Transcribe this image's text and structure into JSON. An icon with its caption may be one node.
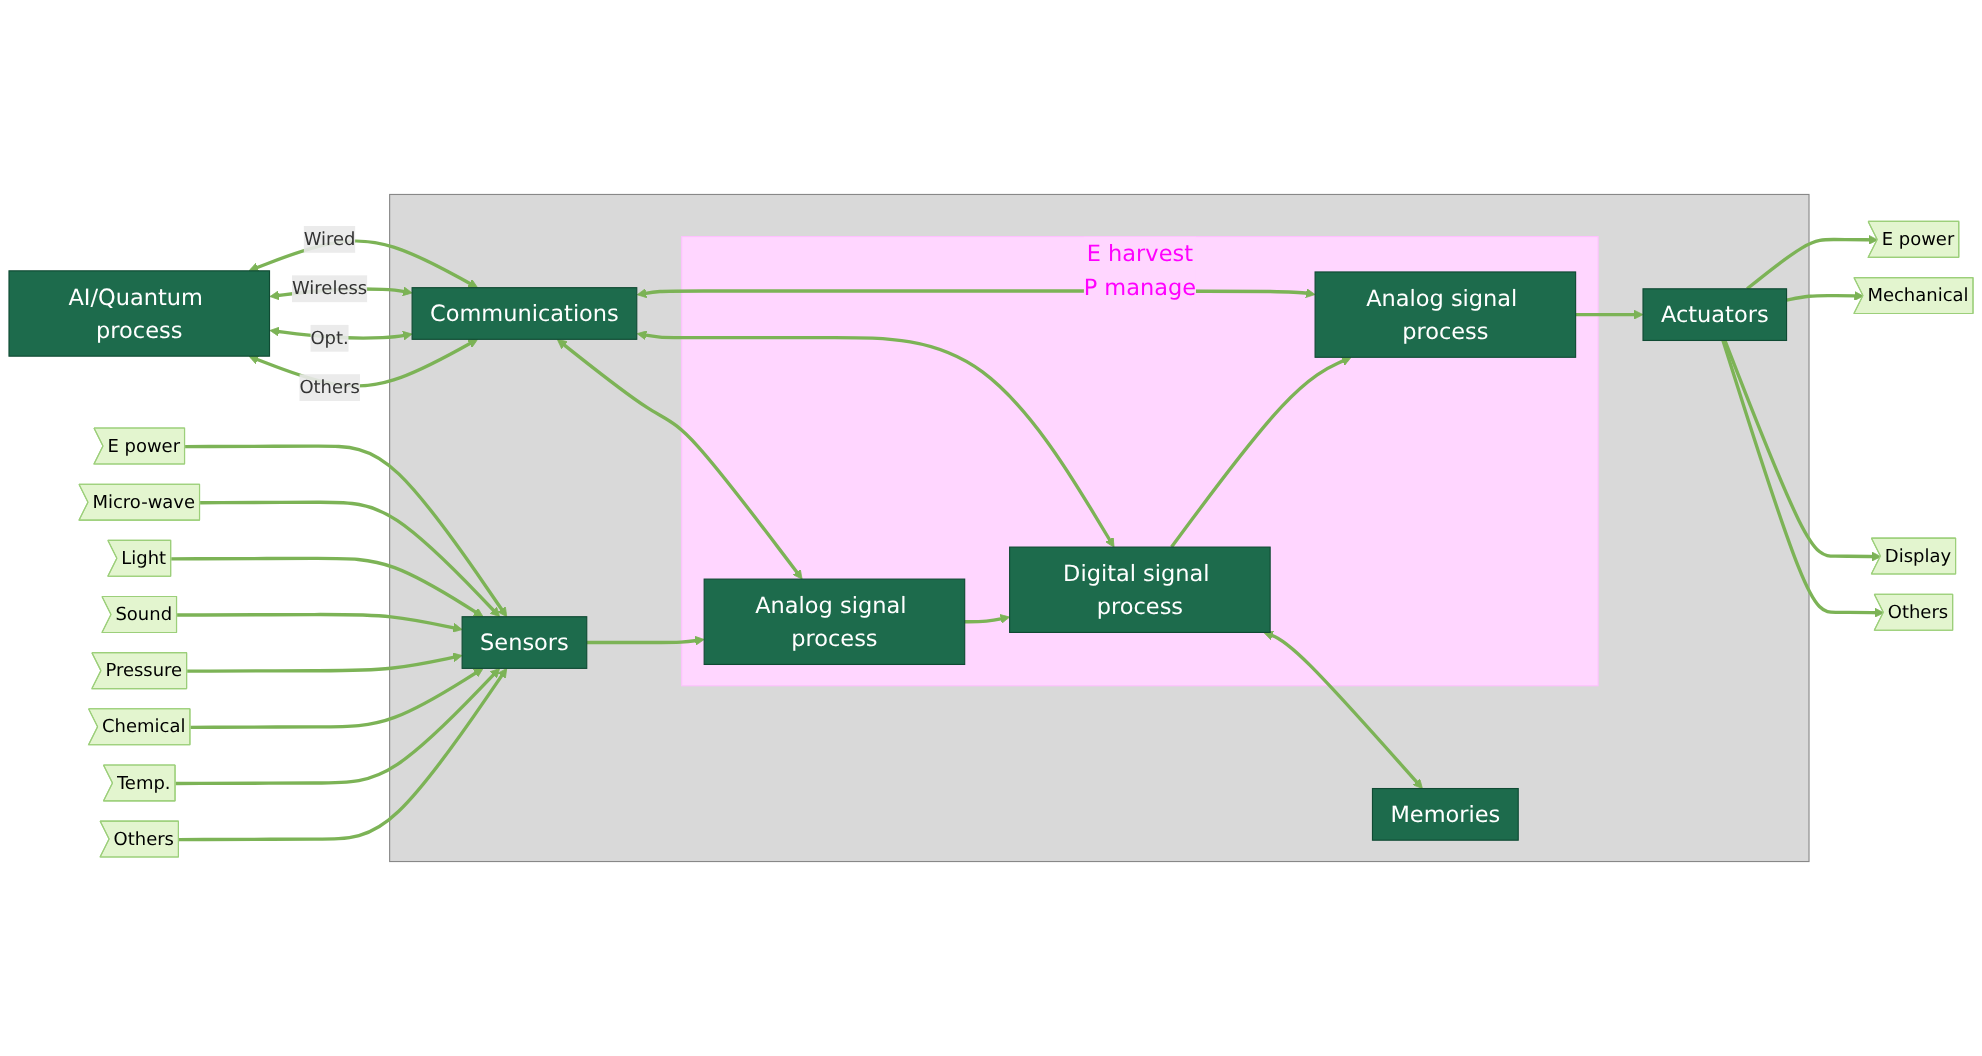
{
  "diagram": {
    "nodes": [
      {
        "text": [
          "AI/Quantum process"
        ]
      },
      {
        "text": [],
        "shape": "box"
      },
      {
        "text": [
          "Sensors"
        ],
        "in": 1
      },
      {
        "text": [
          "Communications"
        ],
        "in": 1
      },
      {
        "text": [
          "E harvest",
          "P manage"
        ],
        "in": 1
      },
      {
        "text": [
          "Analog signal process"
        ],
        "in": 4
      },
      {
        "text": [
          "Digital signal process"
        ],
        "in": 4
      },
      {
        "text": [
          "Analog signal process"
        ],
        "in": 4
      },
      {
        "text": [
          "Memories"
        ],
        "in": 1
      },
      {
        "text": [
          "Actuators"
        ],
        "in": 1
      },
      {
        "text": [
          "E power"
        ]
      },
      {
        "text": [
          "Micro-wave"
        ]
      },
      {
        "text": [
          "Light"
        ]
      },
      {
        "text": [
          "Sound"
        ]
      },
      {
        "text": [
          "Pressure"
        ]
      },
      {
        "text": [
          "Chemical"
        ]
      },
      {
        "text": [
          "Temp."
        ]
      },
      {
        "text": [
          "Others"
        ]
      },
      {
        "text": [
          "E power"
        ]
      },
      {
        "text": [
          "Mechanical"
        ]
      },
      {
        "text": [
          "Display"
        ]
      },
      {
        "text": [
          "Others"
        ]
      }
    ],
    "edges": [
      {
        "from": 0,
        "to": 3,
        "arrow": "both",
        "label": "Wired"
      },
      {
        "from": 0,
        "to": 3,
        "arrow": "both",
        "label": "Wireless"
      },
      {
        "from": 0,
        "to": 3,
        "arrow": "both",
        "label": "Opt."
      },
      {
        "from": 0,
        "to": 3,
        "arrow": "both",
        "label": "Others"
      },
      {
        "from": 10,
        "to": 2,
        "arrow": "to"
      },
      {
        "from": 11,
        "to": 2,
        "arrow": "to"
      },
      {
        "from": 12,
        "to": 2,
        "arrow": "to"
      },
      {
        "from": 13,
        "to": 2,
        "arrow": "to"
      },
      {
        "from": 14,
        "to": 2,
        "arrow": "to"
      },
      {
        "from": 15,
        "to": 2,
        "arrow": "to"
      },
      {
        "from": 16,
        "to": 2,
        "arrow": "to"
      },
      {
        "from": 17,
        "to": 2,
        "arrow": "to"
      },
      {
        "from": 3,
        "to": 5,
        "arrow": "both"
      },
      {
        "from": 3,
        "to": 6,
        "arrow": "both"
      },
      {
        "from": 3,
        "to": 7,
        "arrow": "both"
      },
      {
        "from": 2,
        "to": 5,
        "arrow": "to"
      },
      {
        "from": 5,
        "to": 6,
        "arrow": "to"
      },
      {
        "from": 6,
        "to": 7,
        "arrow": "to"
      },
      {
        "from": 7,
        "to": 9,
        "arrow": "to"
      },
      {
        "from": 6,
        "to": 8,
        "arrow": "both"
      },
      {
        "from": 9,
        "to": 18,
        "arrow": "to"
      },
      {
        "from": 9,
        "to": 19,
        "arrow": "to"
      },
      {
        "from": 9,
        "to": 20,
        "arrow": "to"
      },
      {
        "from": 9,
        "to": 21,
        "arrow": "to"
      }
    ]
  }
}
